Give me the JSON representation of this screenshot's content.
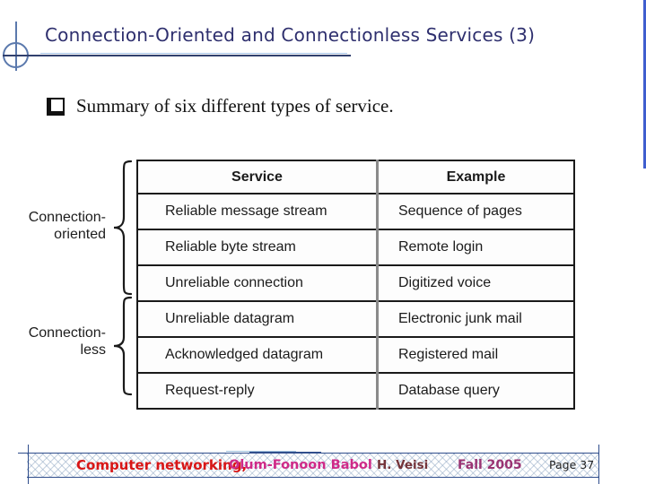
{
  "slide": {
    "title": "Connection-Oriented and Connectionless Services (3)",
    "bullet_text": "Summary of six different types of service."
  },
  "figure": {
    "groups": [
      {
        "line1": "Connection-",
        "line2": "oriented"
      },
      {
        "line1": "Connection-",
        "line2": "less"
      }
    ],
    "table": {
      "headers": [
        "Service",
        "Example"
      ],
      "rows": [
        [
          "Reliable message stream",
          "Sequence of pages"
        ],
        [
          "Reliable byte stream",
          "Remote login"
        ],
        [
          "Unreliable connection",
          "Digitized voice"
        ],
        [
          "Unreliable datagram",
          "Electronic junk mail"
        ],
        [
          "Acknowledged datagram",
          "Registered mail"
        ],
        [
          "Request-reply",
          "Database query"
        ]
      ]
    }
  },
  "footer": {
    "course": "Computer networking,",
    "institute": "Olum-Fonoon Babol",
    "author": "H. Veisi",
    "term": "Fall 2005",
    "page": "Page 37"
  },
  "colors": {
    "title": "#2e2f6e",
    "accent_line_dark": "#31406e",
    "accent_line_light": "#a9c6e8",
    "ornament_blue": "#5b79ad",
    "right_edge_bar": "#3f5ecf",
    "table_border": "#1a1a1a",
    "table_divider": "#8a8a8a",
    "footer_border": "#2f4d8c",
    "footer_course": "#d81616",
    "footer_institute": "#cf2a88",
    "footer_author": "#74343a",
    "footer_term": "#9a3473",
    "footer_page": "#222222"
  }
}
